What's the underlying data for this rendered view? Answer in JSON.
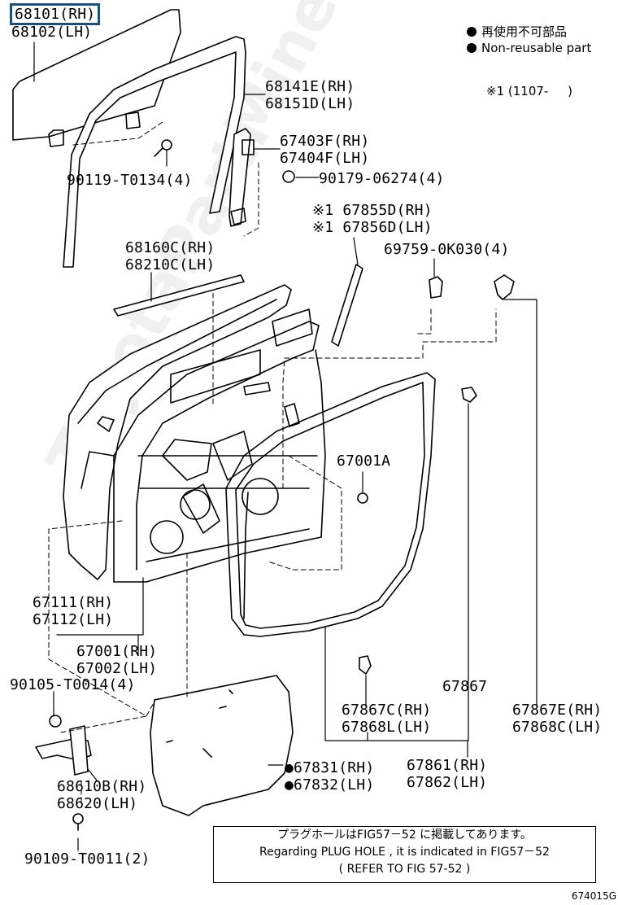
{
  "parts": {
    "p68101": "68101(RH)",
    "p68102": "68102(LH)",
    "p68141_151": "68141E(RH)\n68151D(LH)",
    "p67403_404": "67403F(RH)\n67404F(LH)",
    "p90179": "90179-06274(4)",
    "p90119": "90119-T0134(4)",
    "p67855_856": "※1 67855D(RH)\n※1 67856D(LH)",
    "p69759": "69759-0K030(4)",
    "p68160_210": "68160C(RH)\n68210C(LH)",
    "p67001A": "67001A",
    "p67111_112": "67111(RH)\n67112(LH)",
    "p67001_002": "67001(RH)\n67002(LH)",
    "p90105": "90105-T0014(4)",
    "p67867": "67867",
    "p67867C_868L": "67867C(RH)\n67868L(LH)",
    "p67867E_868C": "67867E(RH)\n67868C(LH)",
    "p68610_620": "68610B(RH)\n68620(LH)",
    "p67831_832": "●67831(RH)\n●67832(LH)",
    "p67861_862": "67861(RH)\n67862(LH)",
    "p90109": "90109-T0011(2)"
  },
  "legend": {
    "jp": "再使用不可部品",
    "en": "Non-reusable part",
    "footnote": "※1 (1107-     )"
  },
  "note": {
    "line1": "プラグホールはFIG57－52 に掲載してあります。",
    "line2": "Regarding PLUG HOLE , it is indicated in FIG57－52",
    "line3": "( REFER TO FIG 57-52 )"
  },
  "watermark": "ToyotaPartMine.ru",
  "figure_id": "674015G"
}
